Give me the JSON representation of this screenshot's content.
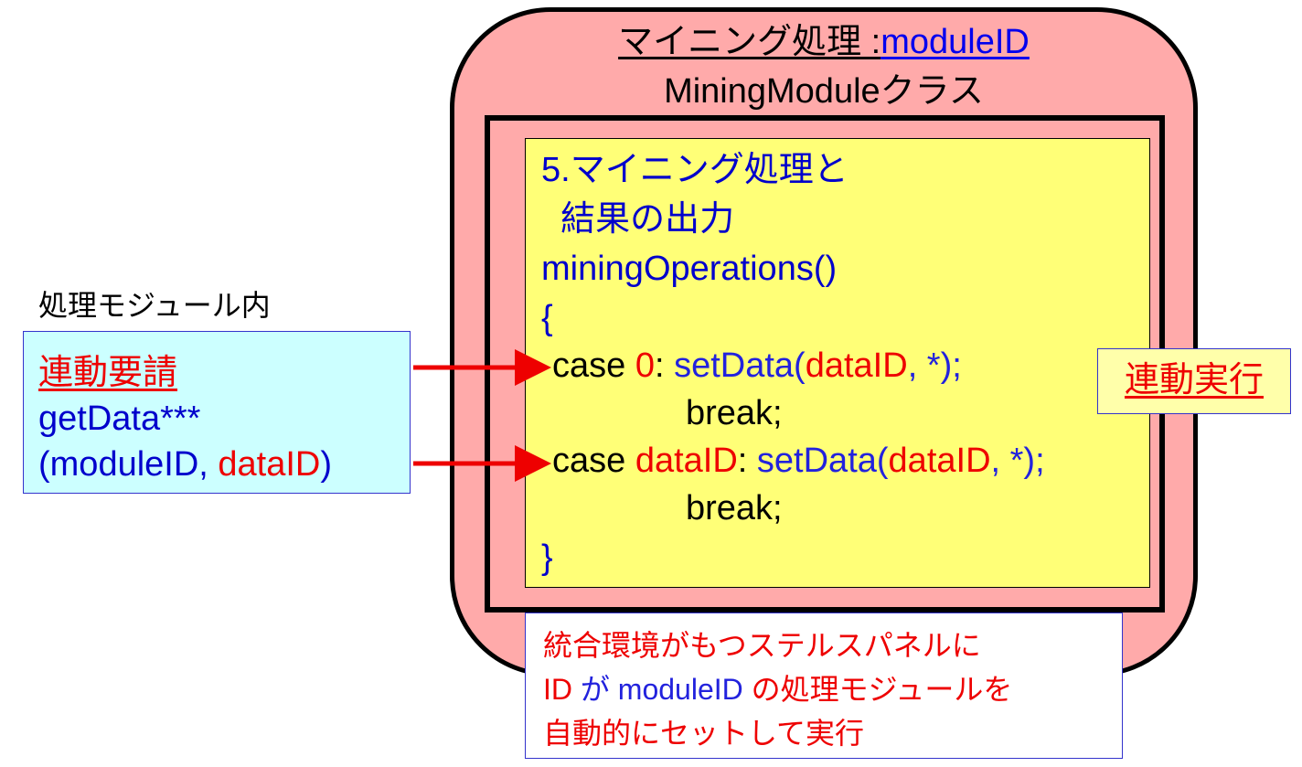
{
  "module": {
    "title_main": "マイニング処理 :",
    "title_id": "moduleID",
    "class_name": "MiningModuleクラス"
  },
  "code": {
    "heading1": "5.マイニング処理と",
    "heading2": "  結果の出力",
    "method": "miningOperations()",
    "open_brace": "{",
    "case1": {
      "kw": "case ",
      "val": "0",
      "colon": ": ",
      "call": "setData(",
      "arg": "dataID",
      "rest": ", *);"
    },
    "break1": "break;",
    "case2": {
      "kw": "case ",
      "val": "dataID",
      "colon": ": ",
      "call": "setData(",
      "arg": "dataID",
      "rest": ", *);"
    },
    "break2": "break;",
    "close_brace": "}"
  },
  "side_label": "処理モジュール内",
  "request": {
    "title": "連動要請",
    "line2": "getData***",
    "line3_open": "(moduleID, ",
    "line3_id": "dataID",
    "line3_close": ")"
  },
  "exec_label": "連動実行",
  "note": {
    "line1": "統合環境がもつステルスパネルに",
    "line2_id": "ID",
    "line2_ga": " が ",
    "line2_module": "moduleID",
    "line2_rest": " の処理モジュールを",
    "line3": "自動的にセットして実行"
  },
  "colors": {
    "module_fill": "#ffaaaa",
    "code_fill": "#ffff77",
    "request_fill": "#ccffff",
    "arrow": "#ee0000",
    "blue_text": "#0000cc"
  }
}
